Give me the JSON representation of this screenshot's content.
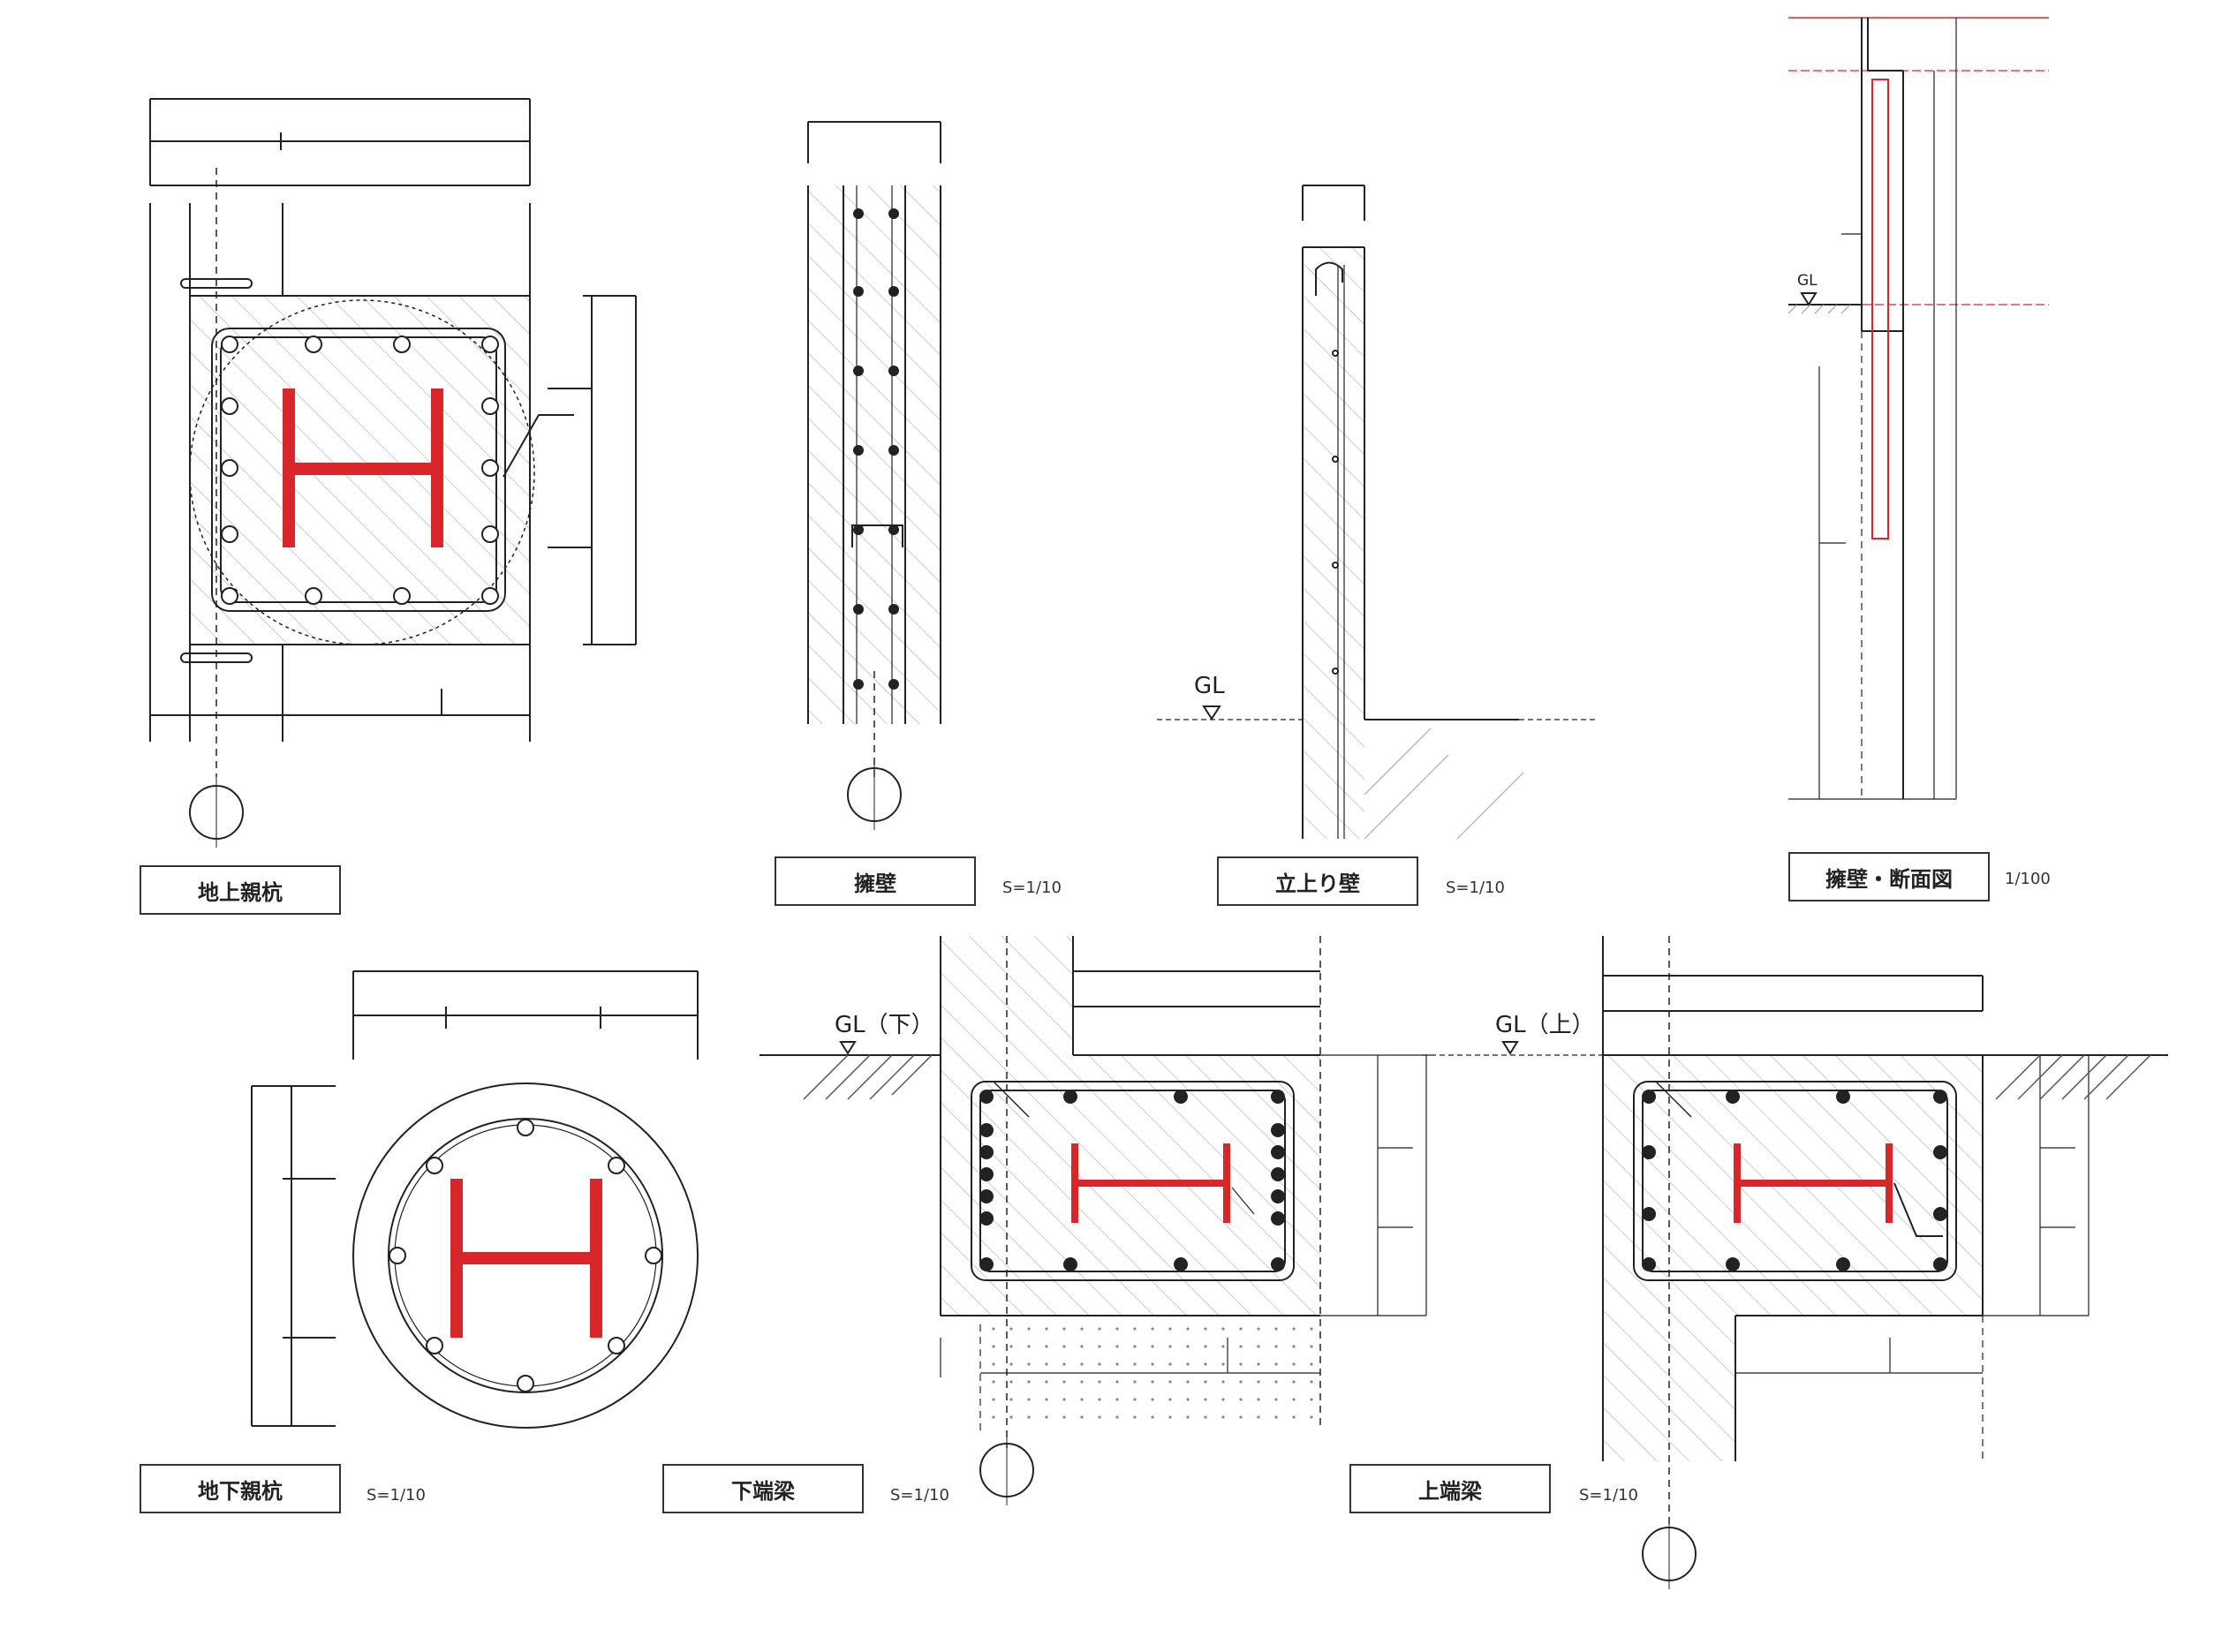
{
  "labels": {
    "above_pile": "地上親杭",
    "retaining_wall": "擁壁",
    "upstand_wall": "立上り壁",
    "section": "擁壁・断面図",
    "below_pile": "地下親杭",
    "lower_beam": "下端梁",
    "upper_beam": "上端梁"
  },
  "scales": {
    "retaining_wall": "S=1/10",
    "upstand_wall": "S=1/10",
    "section": "1/100",
    "below_pile": "S=1/10",
    "lower_beam": "S=1/10",
    "upper_beam": "S=1/10"
  },
  "gl": {
    "upstand": "GL",
    "section": "GL",
    "lower": "GL（下）",
    "upper": "GL（上）"
  },
  "colors": {
    "steel": "#d9262a",
    "line": "#222222"
  }
}
